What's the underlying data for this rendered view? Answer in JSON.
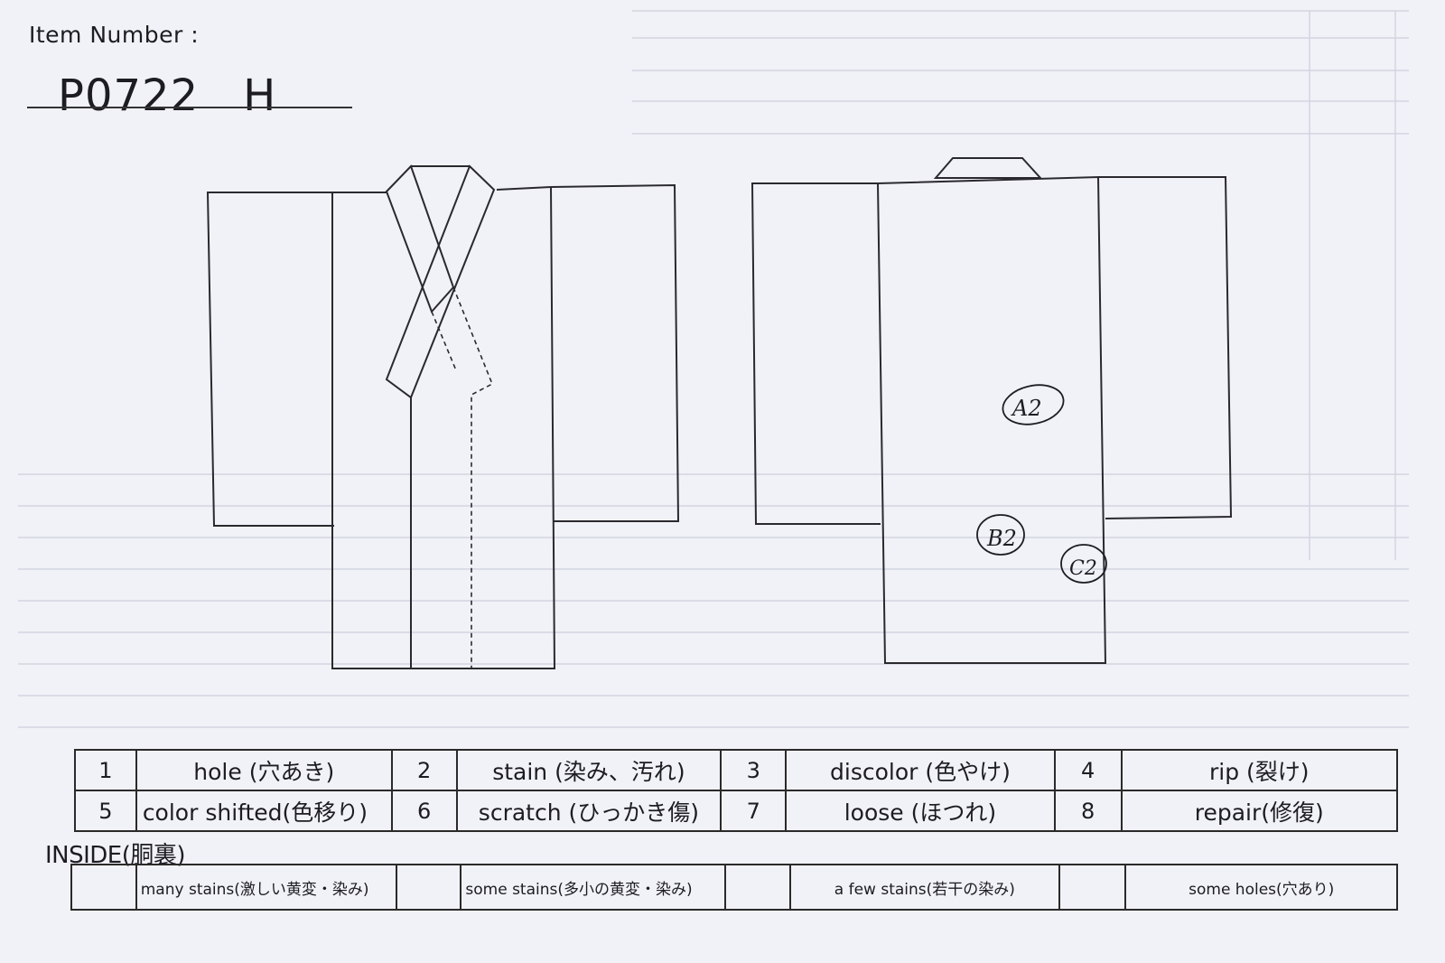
{
  "header": {
    "item_label": "Item Number :",
    "item_number": "P0722　H"
  },
  "diagram": {
    "front_view": "kimono-front",
    "back_view": "kimono-back",
    "markers": [
      {
        "label": "A2"
      },
      {
        "label": "B2"
      },
      {
        "label": "C2"
      }
    ]
  },
  "defect_legend": {
    "rows": [
      [
        {
          "num": "1",
          "label": "hole (穴あき)"
        },
        {
          "num": "2",
          "label": "stain (染み、汚れ)"
        },
        {
          "num": "3",
          "label": "discolor (色やけ)"
        },
        {
          "num": "4",
          "label": "rip (裂け)"
        }
      ],
      [
        {
          "num": "5",
          "label": "color shifted(色移り)"
        },
        {
          "num": "6",
          "label": "scratch (ひっかき傷)"
        },
        {
          "num": "7",
          "label": "loose (ほつれ)"
        },
        {
          "num": "8",
          "label": "repair(修復)"
        }
      ]
    ]
  },
  "inside": {
    "heading": "INSIDE(胴裏)",
    "options": [
      {
        "label": "many stains(激しい黄変・染み)"
      },
      {
        "label": "some stains(多小の黄変・染み)"
      },
      {
        "label": "a few stains(若干の染み)"
      },
      {
        "label": "some holes(穴あり)"
      }
    ]
  }
}
